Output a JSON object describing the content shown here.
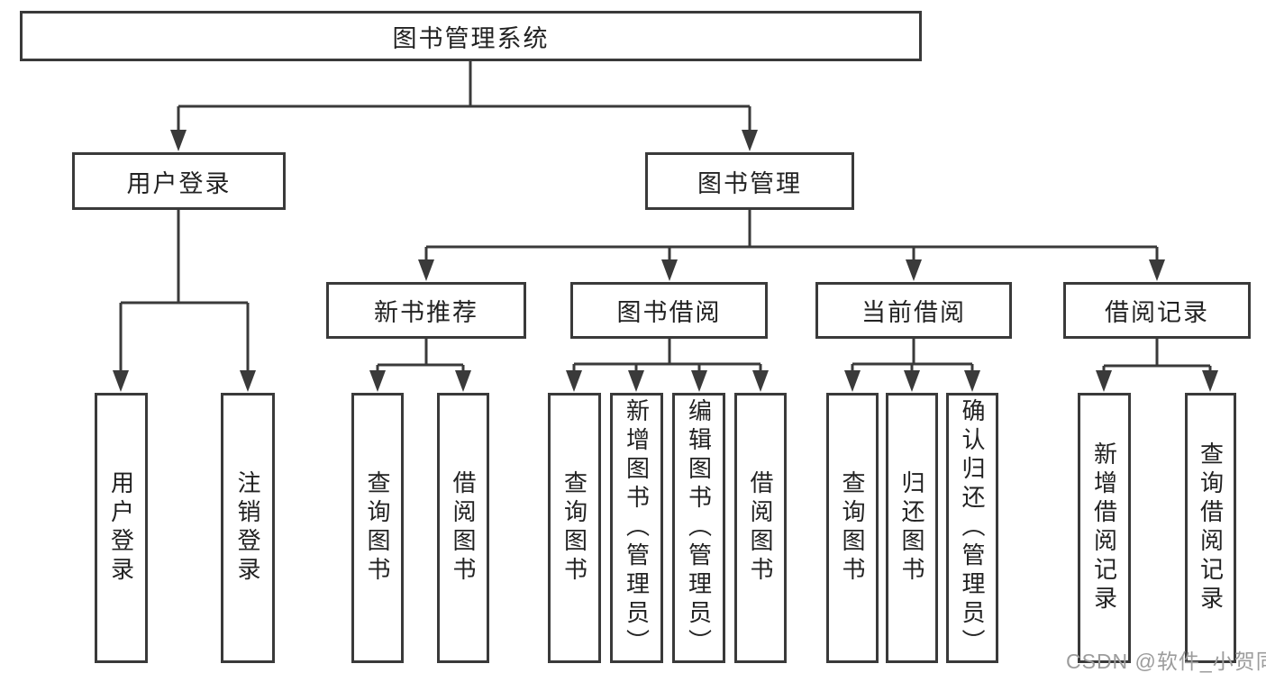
{
  "tree": {
    "root": {
      "label": "图书管理系统"
    },
    "branches": [
      {
        "label": "用户登录",
        "leaves": [
          {
            "label": "用户登录"
          },
          {
            "label": "注销登录"
          }
        ]
      },
      {
        "label": "图书管理",
        "children": [
          {
            "label": "新书推荐",
            "leaves": [
              {
                "label": "查询图书"
              },
              {
                "label": "借阅图书"
              }
            ]
          },
          {
            "label": "图书借阅",
            "leaves": [
              {
                "label": "查询图书"
              },
              {
                "label": "新增图书（管理员）"
              },
              {
                "label": "编辑图书（管理员）"
              },
              {
                "label": "借阅图书"
              }
            ]
          },
          {
            "label": "当前借阅",
            "leaves": [
              {
                "label": "查询图书"
              },
              {
                "label": "归还图书"
              },
              {
                "label": "确认归还（管理员）"
              }
            ]
          },
          {
            "label": "借阅记录",
            "leaves": [
              {
                "label": "新增借阅记录"
              },
              {
                "label": "查询借阅记录"
              }
            ]
          }
        ]
      }
    ]
  },
  "watermark": {
    "text": "CSDN @软件_小贺同学"
  },
  "colors": {
    "line": "#3a3a3a",
    "box_border": "#3a3a3a",
    "text": "#222222",
    "watermark": "#9c9c9c",
    "background": "#ffffff"
  }
}
